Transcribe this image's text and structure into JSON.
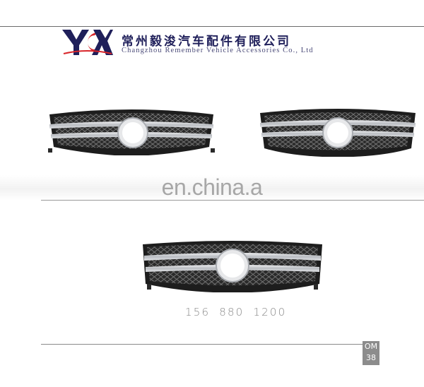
{
  "header": {
    "logo_text": "YCX",
    "company_name_cn": "常州毅浚汽车配件有限公司",
    "company_name_en": "Changzhou Remember Vehicle Accessories Co., Ltd"
  },
  "watermark": {
    "text": "en.china.a"
  },
  "products": [
    {
      "name": "grille-top-left"
    },
    {
      "name": "grille-top-right"
    },
    {
      "name": "grille-bottom-center"
    }
  ],
  "part_number": "156  880  1200",
  "catalog_code": {
    "line1": "OM",
    "line2": "38"
  },
  "colors": {
    "brand_navy": "#1f1f5a",
    "logo_red": "#d8262b",
    "chrome": "#c8cacd",
    "grille_black": "#1d1d1d"
  }
}
